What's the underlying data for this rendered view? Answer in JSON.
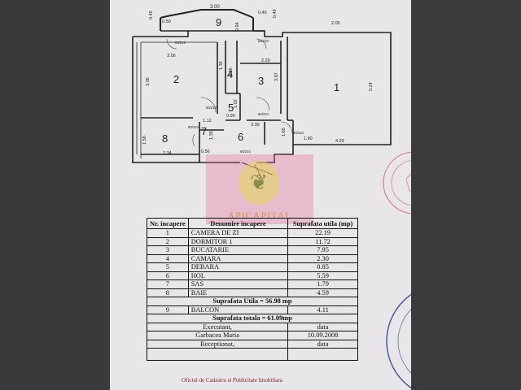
{
  "plan": {
    "rooms": [
      {
        "num": "1"
      },
      {
        "num": "2"
      },
      {
        "num": "3"
      },
      {
        "num": "4"
      },
      {
        "num": "5"
      },
      {
        "num": "6"
      },
      {
        "num": "7"
      },
      {
        "num": "8"
      },
      {
        "num": "9"
      }
    ],
    "dims": {
      "top_width": "3.00",
      "top_left": "0.49",
      "top_left2": "0.50",
      "top_right": "0.45",
      "top_right2": "0.49",
      "b_width": "0.94",
      "w356": "3.56",
      "w229": "2.29",
      "w336": "3.36",
      "w367": "3.67",
      "w524": "5.24",
      "w205": "2.05",
      "w112": "1.12",
      "w090": "0.90",
      "w339": "3.39",
      "w102": "1.02",
      "w236": "2.36",
      "w165": "1.65",
      "w234": "2.34",
      "w056": "0.56",
      "w429": "4.29",
      "w136": "1.36",
      "w190": "1.90",
      "w156": "1.56",
      "w135": "1.35"
    },
    "doors": [
      "90/210",
      "80/210",
      "65/215",
      "80/210",
      "80/210",
      "90/210",
      "50/210"
    ]
  },
  "watermark": {
    "text": "APICAPITAL",
    "logo_icon": "tree-icon"
  },
  "table": {
    "headers": {
      "nr": "Nr. incapere",
      "name": "Denumire incapere",
      "area": "Suprafata utila (mp)"
    },
    "rows": [
      {
        "nr": "1",
        "name": "CAMERA DE ZI",
        "area": "22.19"
      },
      {
        "nr": "2",
        "name": "DORMITOR 1",
        "area": "11.72"
      },
      {
        "nr": "3",
        "name": "BUCATARIE",
        "area": "7.95"
      },
      {
        "nr": "4",
        "name": "CAMARA",
        "area": "2.30"
      },
      {
        "nr": "5",
        "name": "DEBARA",
        "area": "0.85"
      },
      {
        "nr": "6",
        "name": "HOL",
        "area": "5.59"
      },
      {
        "nr": "7",
        "name": "SAS",
        "area": "1.79"
      },
      {
        "nr": "8",
        "name": "BAIE",
        "area": "4.59"
      }
    ],
    "suprafata_utila": "Suprafata Utila = 56.98  mp",
    "balcon": {
      "nr": "9",
      "name": "BALCON",
      "area": "4.11"
    },
    "suprafata_totala": "Suprafata totala = 61.09mp",
    "executant_label": "Executant,",
    "executant_data": "data",
    "executant_name": "Garbacea Maria",
    "executant_date": "10.09.2008",
    "receptionat_label": "Receptionat,",
    "receptionat_data": "data"
  },
  "footer": "Oficiul de Cadastru si Publicitate Imobiliara"
}
